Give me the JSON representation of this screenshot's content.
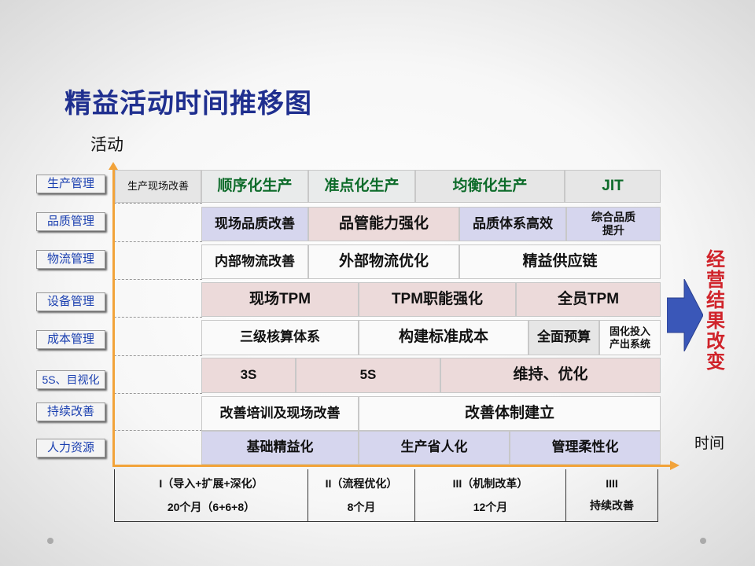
{
  "title": "精益活动时间推移图",
  "y_axis_label": "活动",
  "x_axis_label": "时间",
  "categories": [
    {
      "label": "生产管理"
    },
    {
      "label": "品质管理"
    },
    {
      "label": "物流管理"
    },
    {
      "label": "设备管理"
    },
    {
      "label": "成本管理"
    },
    {
      "label": "5S、目视化"
    },
    {
      "label": "持续改善"
    },
    {
      "label": "人力资源"
    }
  ],
  "rows": {
    "production": [
      "生产现场改善",
      "顺序化生产",
      "准点化生产",
      "均衡化生产",
      "JIT"
    ],
    "quality": [
      "现场品质改善",
      "品管能力强化",
      "品质体系高效",
      "综合品质",
      "提升"
    ],
    "logistics": [
      "内部物流改善",
      "外部物流优化",
      "精益供应链"
    ],
    "equipment": [
      "现场TPM",
      "TPM职能强化",
      "全员TPM"
    ],
    "cost": [
      "三级核算体系",
      "构建标准成本",
      "全面预算",
      "固化投入",
      "产出系统"
    ],
    "fives": [
      "3S",
      "5S",
      "维持、优化"
    ],
    "improvement": [
      "改善培训及现场改善",
      "改善体制建立"
    ],
    "hr": [
      "基础精益化",
      "生产省人化",
      "管理柔性化"
    ]
  },
  "phases": [
    {
      "line1": "I（导入+扩展+深化）",
      "line2": "20个月（6+6+8）"
    },
    {
      "line1": "II（流程优化）",
      "line2": "8个月"
    },
    {
      "line1": "III（机制改革）",
      "line2": "12个月"
    },
    {
      "line1": "IIII",
      "line2": "持续改善"
    }
  ],
  "result": "经营结果改变",
  "colors": {
    "title": "#1f2f8f",
    "category_text": "#1a3fb0",
    "axis": "#f2a33a",
    "result": "#d0232a",
    "arrow": "#3a57b8"
  }
}
